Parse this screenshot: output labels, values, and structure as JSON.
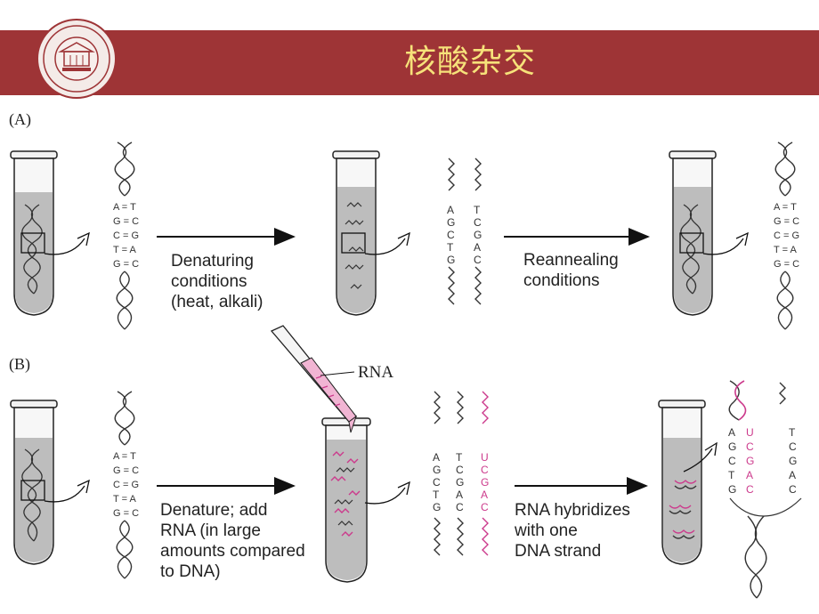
{
  "slide": {
    "title": "核酸杂交",
    "header_color": "#9e3436",
    "title_color": "#f6e27a",
    "logo_icon": "university-seal-icon"
  },
  "panel_a": {
    "label": "(A)",
    "tube1_pairs": [
      "A = T",
      "G = C",
      "C = G",
      "T = A",
      "G = C"
    ],
    "arrow1_caption": [
      "Denaturing",
      "conditions",
      "(heat, alkali)"
    ],
    "strand_left": [
      "A",
      "G",
      "C",
      "T",
      "G"
    ],
    "strand_right": [
      "T",
      "C",
      "G",
      "A",
      "C"
    ],
    "arrow2_caption": [
      "Reannealing",
      "conditions"
    ],
    "tube3_pairs": [
      "A = T",
      "G = C",
      "C = G",
      "T = A",
      "G = C"
    ]
  },
  "panel_b": {
    "label": "(B)",
    "tube1_pairs": [
      "A = T",
      "G = C",
      "C = G",
      "T = A",
      "G = C"
    ],
    "rna_label": "RNA",
    "arrow1_caption": [
      "Denature; add",
      "RNA (in large",
      "amounts compared",
      "to DNA)"
    ],
    "strand_1": [
      "A",
      "G",
      "C",
      "T",
      "G"
    ],
    "strand_2": [
      "T",
      "C",
      "G",
      "A",
      "C"
    ],
    "strand_rna": [
      "U",
      "C",
      "G",
      "A",
      "C"
    ],
    "arrow2_caption": [
      "RNA hybridizes",
      "with one",
      "DNA strand"
    ],
    "hybrid_dna": [
      "A",
      "G",
      "C",
      "T",
      "G"
    ],
    "hybrid_rna": [
      "U",
      "C",
      "G",
      "A",
      "C"
    ],
    "free_strand": [
      "T",
      "C",
      "G",
      "A",
      "C"
    ],
    "rna_color": "#cc3a8c"
  }
}
